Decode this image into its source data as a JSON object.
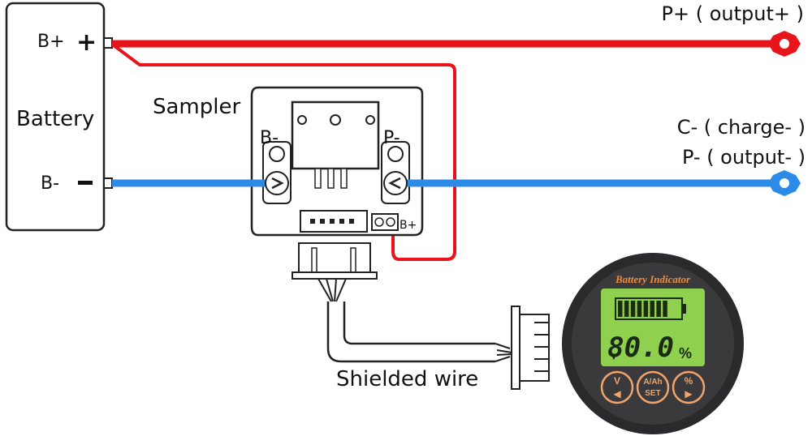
{
  "battery": {
    "label": "Battery",
    "pos_label": "B+",
    "neg_label": "B-",
    "pos_sign": "+",
    "neg_sign": "−"
  },
  "sampler": {
    "label": "Sampler",
    "left_term": "B-",
    "right_term": "P-",
    "small_term": "B+"
  },
  "outputs": {
    "p_plus": "P+ ( output+ )",
    "c_minus": "C- ( charge- )",
    "p_minus": "P- ( output- )"
  },
  "cable": {
    "label": "Shielded wire"
  },
  "indicator": {
    "title": "Battery Indicator",
    "reading": "80.0",
    "unit": "%",
    "btn_left_top": "V",
    "btn_left_bottom": "◀",
    "btn_mid_top": "A/Ah",
    "btn_mid_bottom": "SET",
    "btn_right_top": "%",
    "btn_right_bottom": "▶",
    "battery_fill_fraction": 0.8
  },
  "colors": {
    "positive_wire": "#e8141c",
    "negative_wire": "#2d8be8",
    "indicator_title": "#f08a3c",
    "lcd_green": "#8fd14f",
    "button_orange": "#f0a36a"
  }
}
